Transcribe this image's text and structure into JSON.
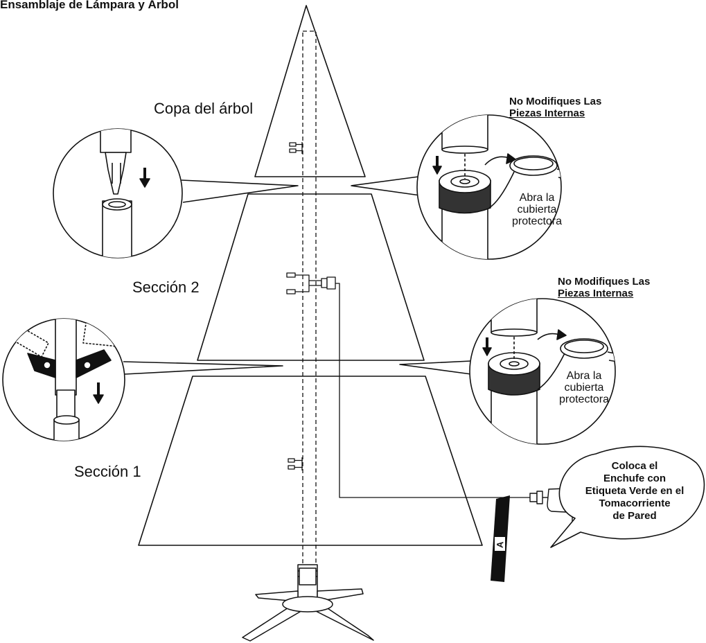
{
  "title": "Ensamblaje de Lámpara y Árbol",
  "sections": {
    "top": "Copa del árbol",
    "middle": "Sección 2",
    "bottom": "Sección 1"
  },
  "warning": {
    "line1": "No Modifiques Las",
    "line2": "Piezas Internas"
  },
  "cover_instruction": {
    "line1": "Abra la",
    "line2": "cubierta",
    "line3": "protectora"
  },
  "plug_instruction": {
    "line1": "Coloca el",
    "line2": "Enchufe con",
    "line3": "Etiqueta Verde en el",
    "line4": "Tomacorriente",
    "line5": "de Pared"
  },
  "cord_tag": "A"
}
